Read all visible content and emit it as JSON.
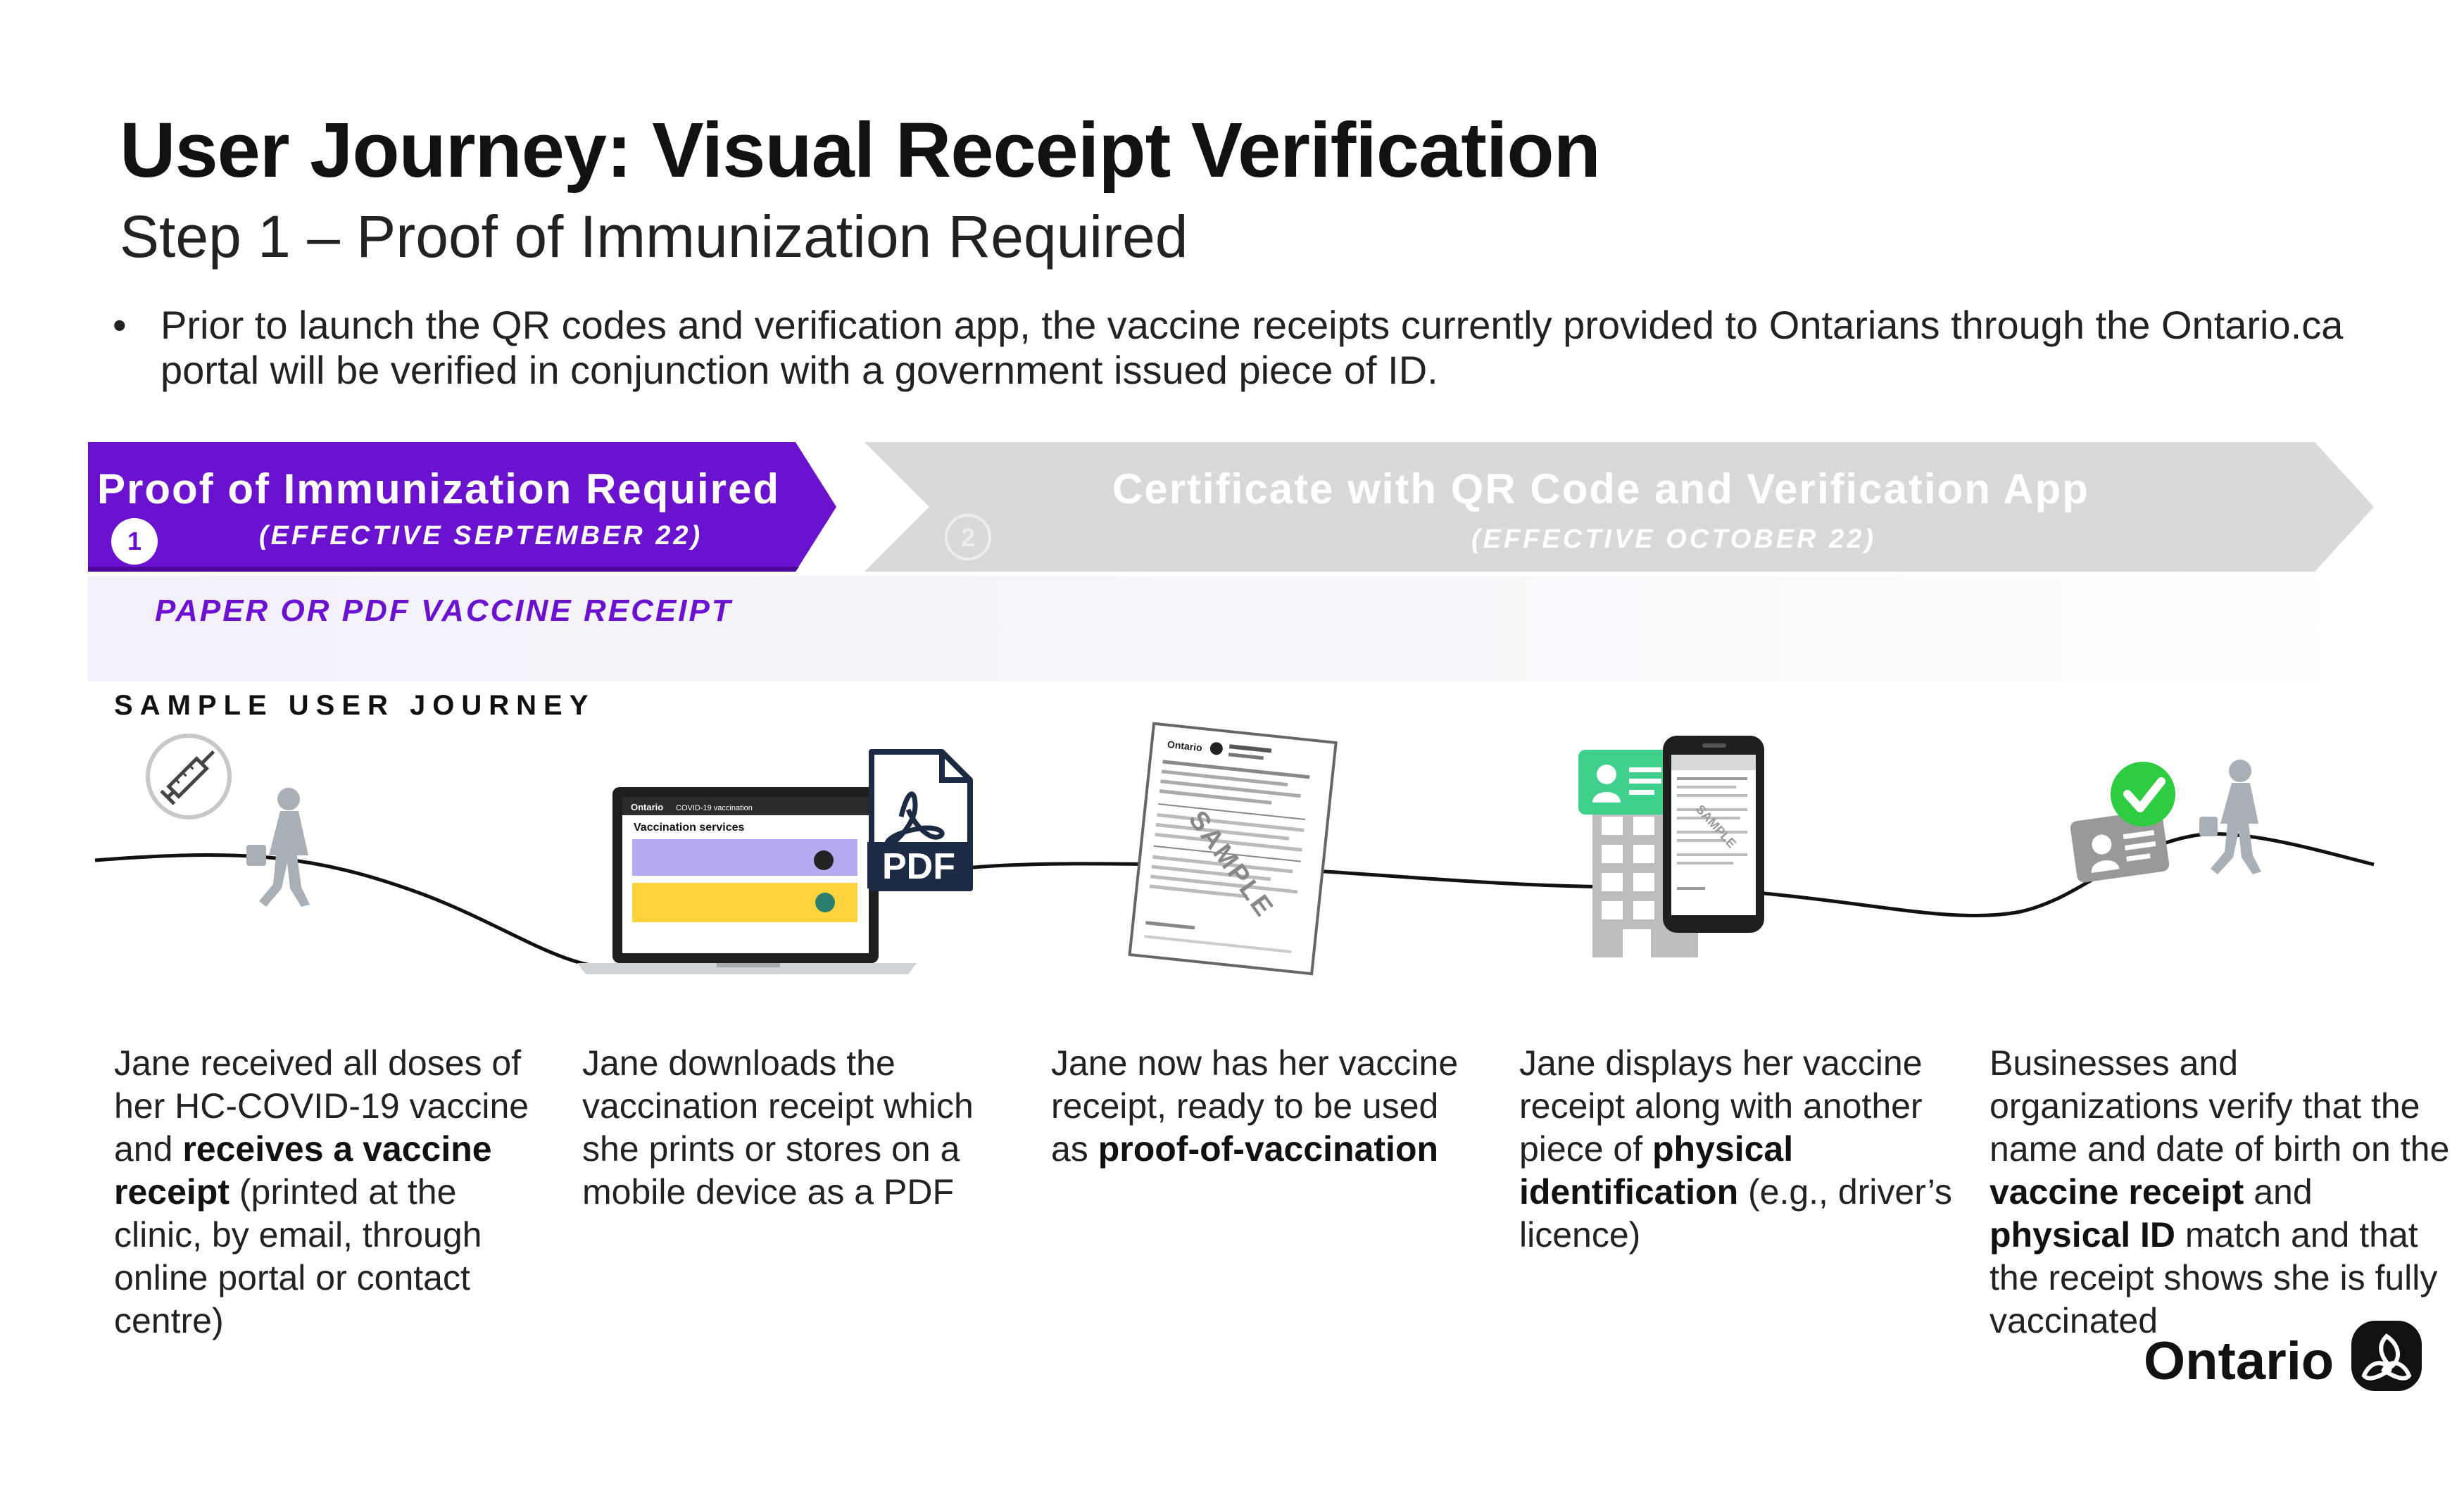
{
  "header": {
    "title": "User Journey: Visual Receipt Verification",
    "subtitle": "Step 1 – Proof of Immunization Required"
  },
  "intro": {
    "bullet": "•",
    "text": "Prior to launch the QR codes and verification app, the vaccine receipts currently provided to Ontarians through the Ontario.ca portal will be verified in conjunction with a government issued piece of ID."
  },
  "stages": [
    {
      "number": "1",
      "title": "Proof of Immunization Required",
      "date": "(EFFECTIVE SEPTEMBER 22)",
      "color": "#6a12cf",
      "active": true
    },
    {
      "number": "2",
      "title": "Certificate with QR Code and Verification App",
      "date": "(EFFECTIVE OCTOBER 22)",
      "color": "#d9d9d9",
      "active": false
    }
  ],
  "band_label": "PAPER OR PDF VACCINE RECEIPT",
  "journey_label": "SAMPLE USER JOURNEY",
  "illustrations": {
    "laptop_brand": "Ontario",
    "laptop_heading": "COVID-19 vaccination",
    "laptop_section": "Vaccination services",
    "pdf_label": "PDF",
    "receipt_brand": "Ontario",
    "stamp": "SAMPLE"
  },
  "steps": [
    {
      "segments": [
        {
          "text": "Jane received all doses of her HC-COVID-19 vaccine and ",
          "bold": false
        },
        {
          "text": "receives a vaccine receipt",
          "bold": true
        },
        {
          "text": " (printed at the clinic, by email, through online portal or contact centre)",
          "bold": false
        }
      ]
    },
    {
      "segments": [
        {
          "text": "Jane downloads the vaccination receipt which she prints or stores on a mobile device as a PDF",
          "bold": false
        }
      ]
    },
    {
      "segments": [
        {
          "text": "Jane now has her vaccine receipt, ready to be used as ",
          "bold": false
        },
        {
          "text": "proof-of-vaccination",
          "bold": true
        }
      ]
    },
    {
      "segments": [
        {
          "text": "Jane displays her vaccine receipt along with another piece of ",
          "bold": false
        },
        {
          "text": "physical identification",
          "bold": true
        },
        {
          "text": " (e.g., driver’s licence)",
          "bold": false
        }
      ]
    },
    {
      "segments": [
        {
          "text": "Businesses and organizations verify that the name and date of birth on the ",
          "bold": false
        },
        {
          "text": "vaccine receipt",
          "bold": true
        },
        {
          "text": " and ",
          "bold": false
        },
        {
          "text": "physical ID",
          "bold": true
        },
        {
          "text": " match and that the receipt shows she is fully vaccinated",
          "bold": false
        }
      ]
    }
  ],
  "footer": {
    "logo_text": "Ontario"
  },
  "colors": {
    "accent": "#6a12cf",
    "inactive": "#d9d9d9",
    "check": "#2ecc40",
    "card": "#2ecc71",
    "figure": "#a9b0b5"
  }
}
